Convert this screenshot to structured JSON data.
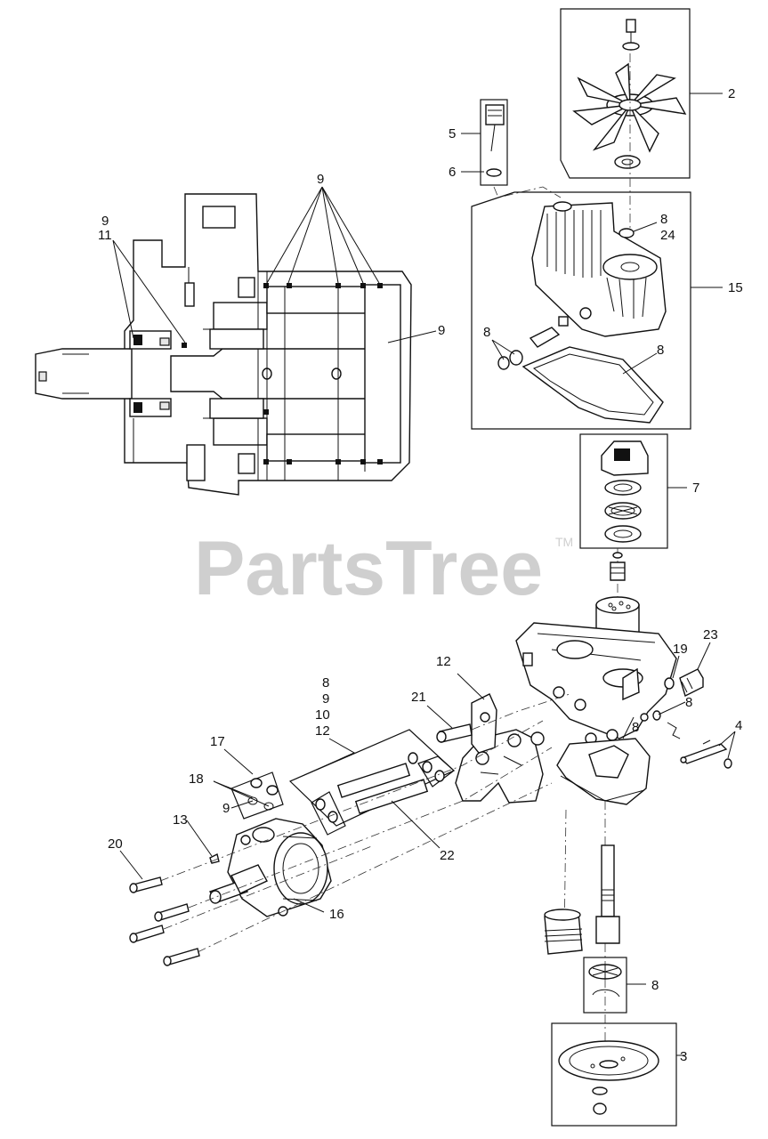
{
  "watermark": {
    "brand": "PartsTree",
    "trademark": "TM"
  },
  "callouts": {
    "c2": "2",
    "c3": "3",
    "c4": "4",
    "c5": "5",
    "c6": "6",
    "c7": "7",
    "c8_fan": "8",
    "c24_fan": "24",
    "c8_housing_left": "8",
    "c8_gasket": "8",
    "c15": "15",
    "c9_top": "9",
    "c9_left": "9",
    "c11_left": "11",
    "c9_right": "9",
    "c12_top": "12",
    "c21": "21",
    "c19": "19",
    "c23": "23",
    "c8_block_a": "8",
    "c8_block_b": "8",
    "c8_group": "8",
    "c9_group": "9",
    "c10_group": "10",
    "c12_group": "12",
    "c17": "17",
    "c18": "18",
    "c9_oring": "9",
    "c13": "13",
    "c20": "20",
    "c22": "22",
    "c16": "16",
    "c8_bearing": "8"
  },
  "colors": {
    "ink": "#111111",
    "watermark": "#cfcfcf",
    "background": "#ffffff"
  }
}
